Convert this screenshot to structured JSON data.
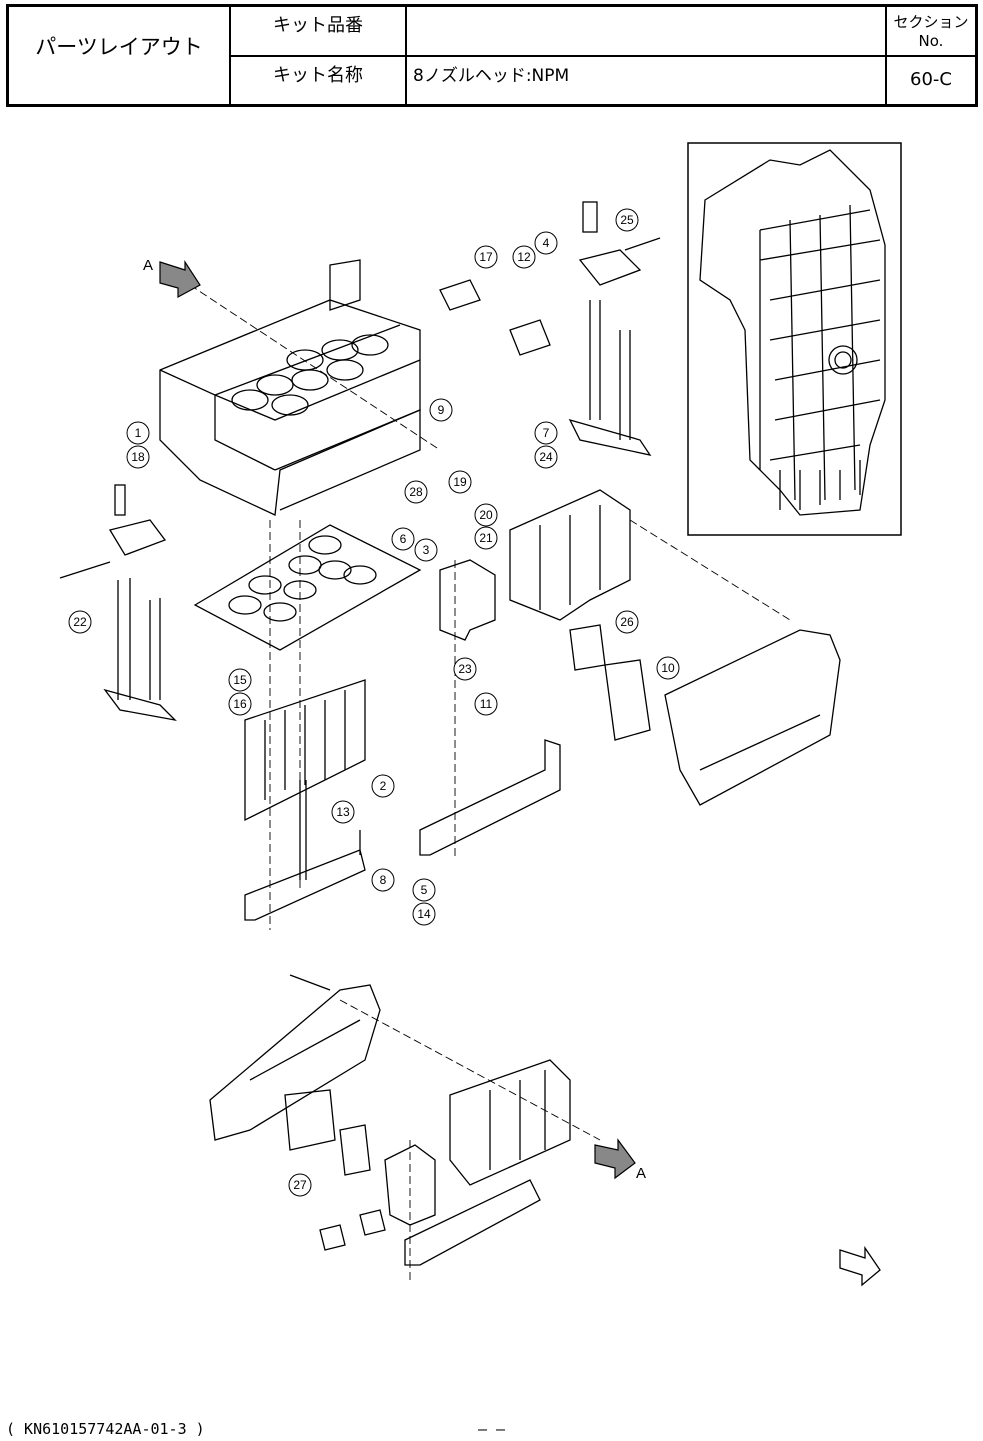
{
  "header": {
    "title": "パーツレイアウト",
    "kit_number_label": "キット品番",
    "kit_number_value": "",
    "kit_name_label": "キット名称",
    "kit_name_value": "8ノズルヘッド:NPM",
    "section_label": "セクションNo.",
    "section_value": "60-C"
  },
  "callouts": [
    "1",
    "2",
    "3",
    "4",
    "5",
    "6",
    "7",
    "8",
    "9",
    "10",
    "11",
    "12",
    "13",
    "14",
    "15",
    "16",
    "17",
    "18",
    "19",
    "20",
    "21",
    "22",
    "23",
    "24",
    "25",
    "26",
    "27",
    "28"
  ],
  "view_arrow_label": "A",
  "footer": {
    "doc_code": "( KN610157742AA-01-3 )",
    "page_marks": "–     –"
  }
}
